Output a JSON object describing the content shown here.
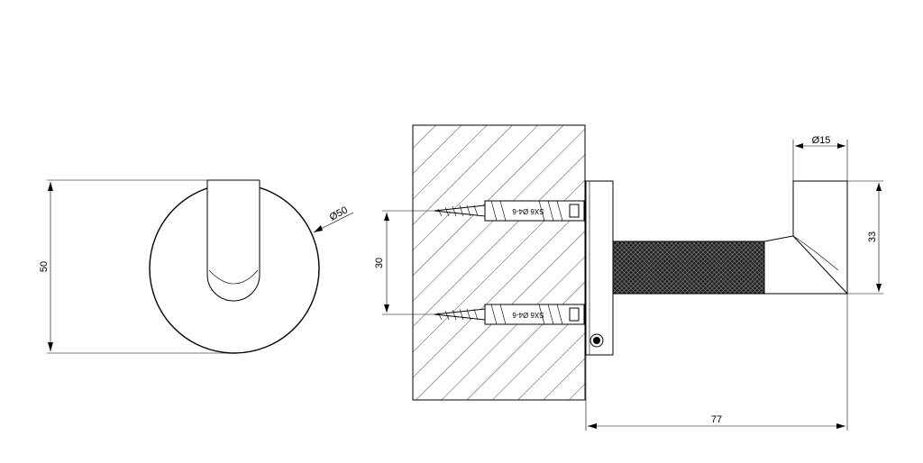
{
  "front_view": {
    "height_label": "50",
    "diameter_label": "Ø50"
  },
  "section_view": {
    "anchor_spacing_label": "30",
    "anchor_top_marking": "SX6  Ø4-6",
    "anchor_bottom_marking": "SX6  Ø4-6",
    "projection_label": "77"
  },
  "hook_profile": {
    "diameter_label": "Ø15",
    "height_label": "33"
  }
}
